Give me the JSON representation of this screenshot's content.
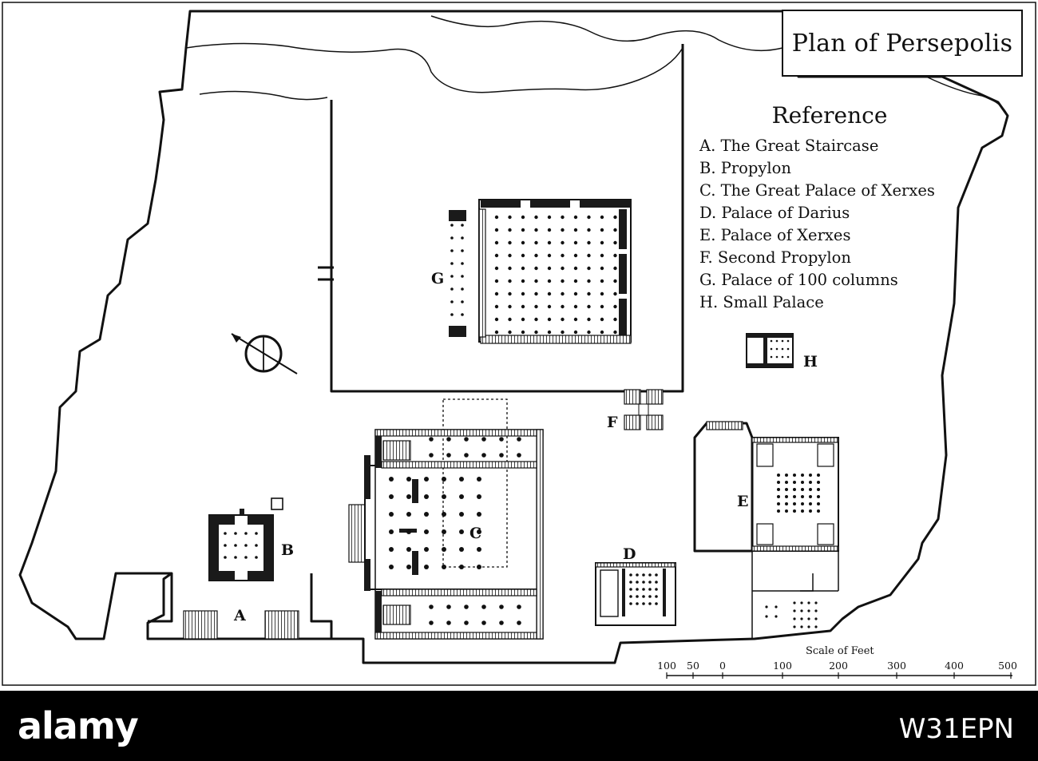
{
  "title": "Plan of Persepolis",
  "reference": {
    "heading": "Reference",
    "items": [
      "A. The Great Staircase",
      "B. Propylon",
      "C. The Great Palace of Xerxes",
      "D. Palace of Darius",
      "E. Palace of Xerxes",
      "F. Second Propylon",
      "G. Palace of 100 columns",
      "H. Small Palace"
    ]
  },
  "map_labels": {
    "A": "A",
    "B": "B",
    "C": "C",
    "D": "D",
    "E": "E",
    "F": "F",
    "G": "G",
    "H": "H"
  },
  "scale": {
    "title": "Scale of Feet",
    "ticks": [
      "100",
      "50",
      "0",
      "100",
      "200",
      "300",
      "400",
      "500"
    ]
  },
  "icons": {
    "compass": "north-arrow-icon"
  },
  "watermark": {
    "brand": "alamy",
    "image_id": "W31EPN"
  },
  "colors": {
    "ink": "#111111",
    "paper": "#ffffff",
    "banner": "#000000"
  }
}
